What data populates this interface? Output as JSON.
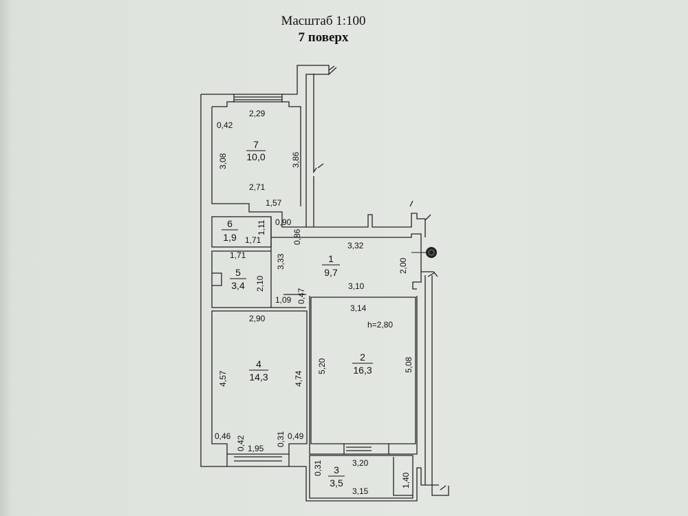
{
  "header": {
    "scale": "Масштаб 1:100",
    "floor": "7 поверх"
  },
  "rooms": [
    {
      "id": "room-7",
      "number": "7",
      "area": "10,0"
    },
    {
      "id": "room-6",
      "number": "6",
      "area": "1,9"
    },
    {
      "id": "room-5",
      "number": "5",
      "area": "3,4"
    },
    {
      "id": "room-1",
      "number": "1",
      "area": "9,7"
    },
    {
      "id": "room-4",
      "number": "4",
      "area": "14,3"
    },
    {
      "id": "room-2",
      "number": "2",
      "area": "16,3"
    },
    {
      "id": "room-3",
      "number": "3",
      "area": "3,5"
    }
  ],
  "ceiling_height": "h=2,80",
  "dimensions": [
    "2,29",
    "0,42",
    "3,08",
    "3,86",
    "2,71",
    "1,57",
    "1,11",
    "0,90",
    "1,71",
    "0,86",
    "1,71",
    "3,33",
    "2,10",
    "1,09",
    "0,47",
    "3,32",
    "2,00",
    "3,10",
    "3,14",
    "2,90",
    "4,57",
    "4,74",
    "5,20",
    "5,08",
    "0,46",
    "0,31",
    "0,49",
    "0,42",
    "1,95",
    "0,31",
    "3,20",
    "1,40",
    "3,15"
  ]
}
